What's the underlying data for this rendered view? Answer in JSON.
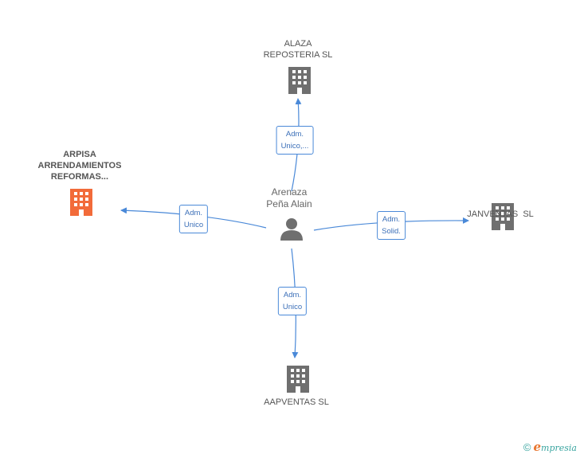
{
  "center": {
    "label_lines": [
      "Arenaza",
      "Peña Alain"
    ],
    "icon": "person-icon"
  },
  "companies": [
    {
      "id": "alaza",
      "label_lines": [
        "ALAZA",
        "REPOSTERIA SL"
      ],
      "icon": "building-icon",
      "highlight": false
    },
    {
      "id": "arpisa",
      "label_lines": [
        "ARPISA",
        "ARRENDAMIENTOS",
        "REFORMAS..."
      ],
      "icon": "building-icon",
      "highlight": true
    },
    {
      "id": "janventas",
      "label_lines": [
        "JANVENTAS  SL"
      ],
      "icon": "building-icon",
      "highlight": false
    },
    {
      "id": "aapventas",
      "label_lines": [
        "AAPVENTAS SL"
      ],
      "icon": "building-icon",
      "highlight": false
    }
  ],
  "relations": [
    {
      "to": "alaza",
      "label_lines": [
        "Adm.",
        "Unico,..."
      ]
    },
    {
      "to": "arpisa",
      "label_lines": [
        "Adm.",
        "Unico"
      ]
    },
    {
      "to": "janventas",
      "label_lines": [
        "Adm.",
        "Solid."
      ]
    },
    {
      "to": "aapventas",
      "label_lines": [
        "Adm.",
        "Unico"
      ]
    }
  ],
  "colors": {
    "edge": "#4a89d8",
    "building": "#6f6f6f",
    "building_highlight": "#f26b3a",
    "person": "#6f6f6f"
  },
  "footer": {
    "copyright_symbol": "©",
    "brand_initial": "e",
    "brand_rest": "mpresia"
  }
}
